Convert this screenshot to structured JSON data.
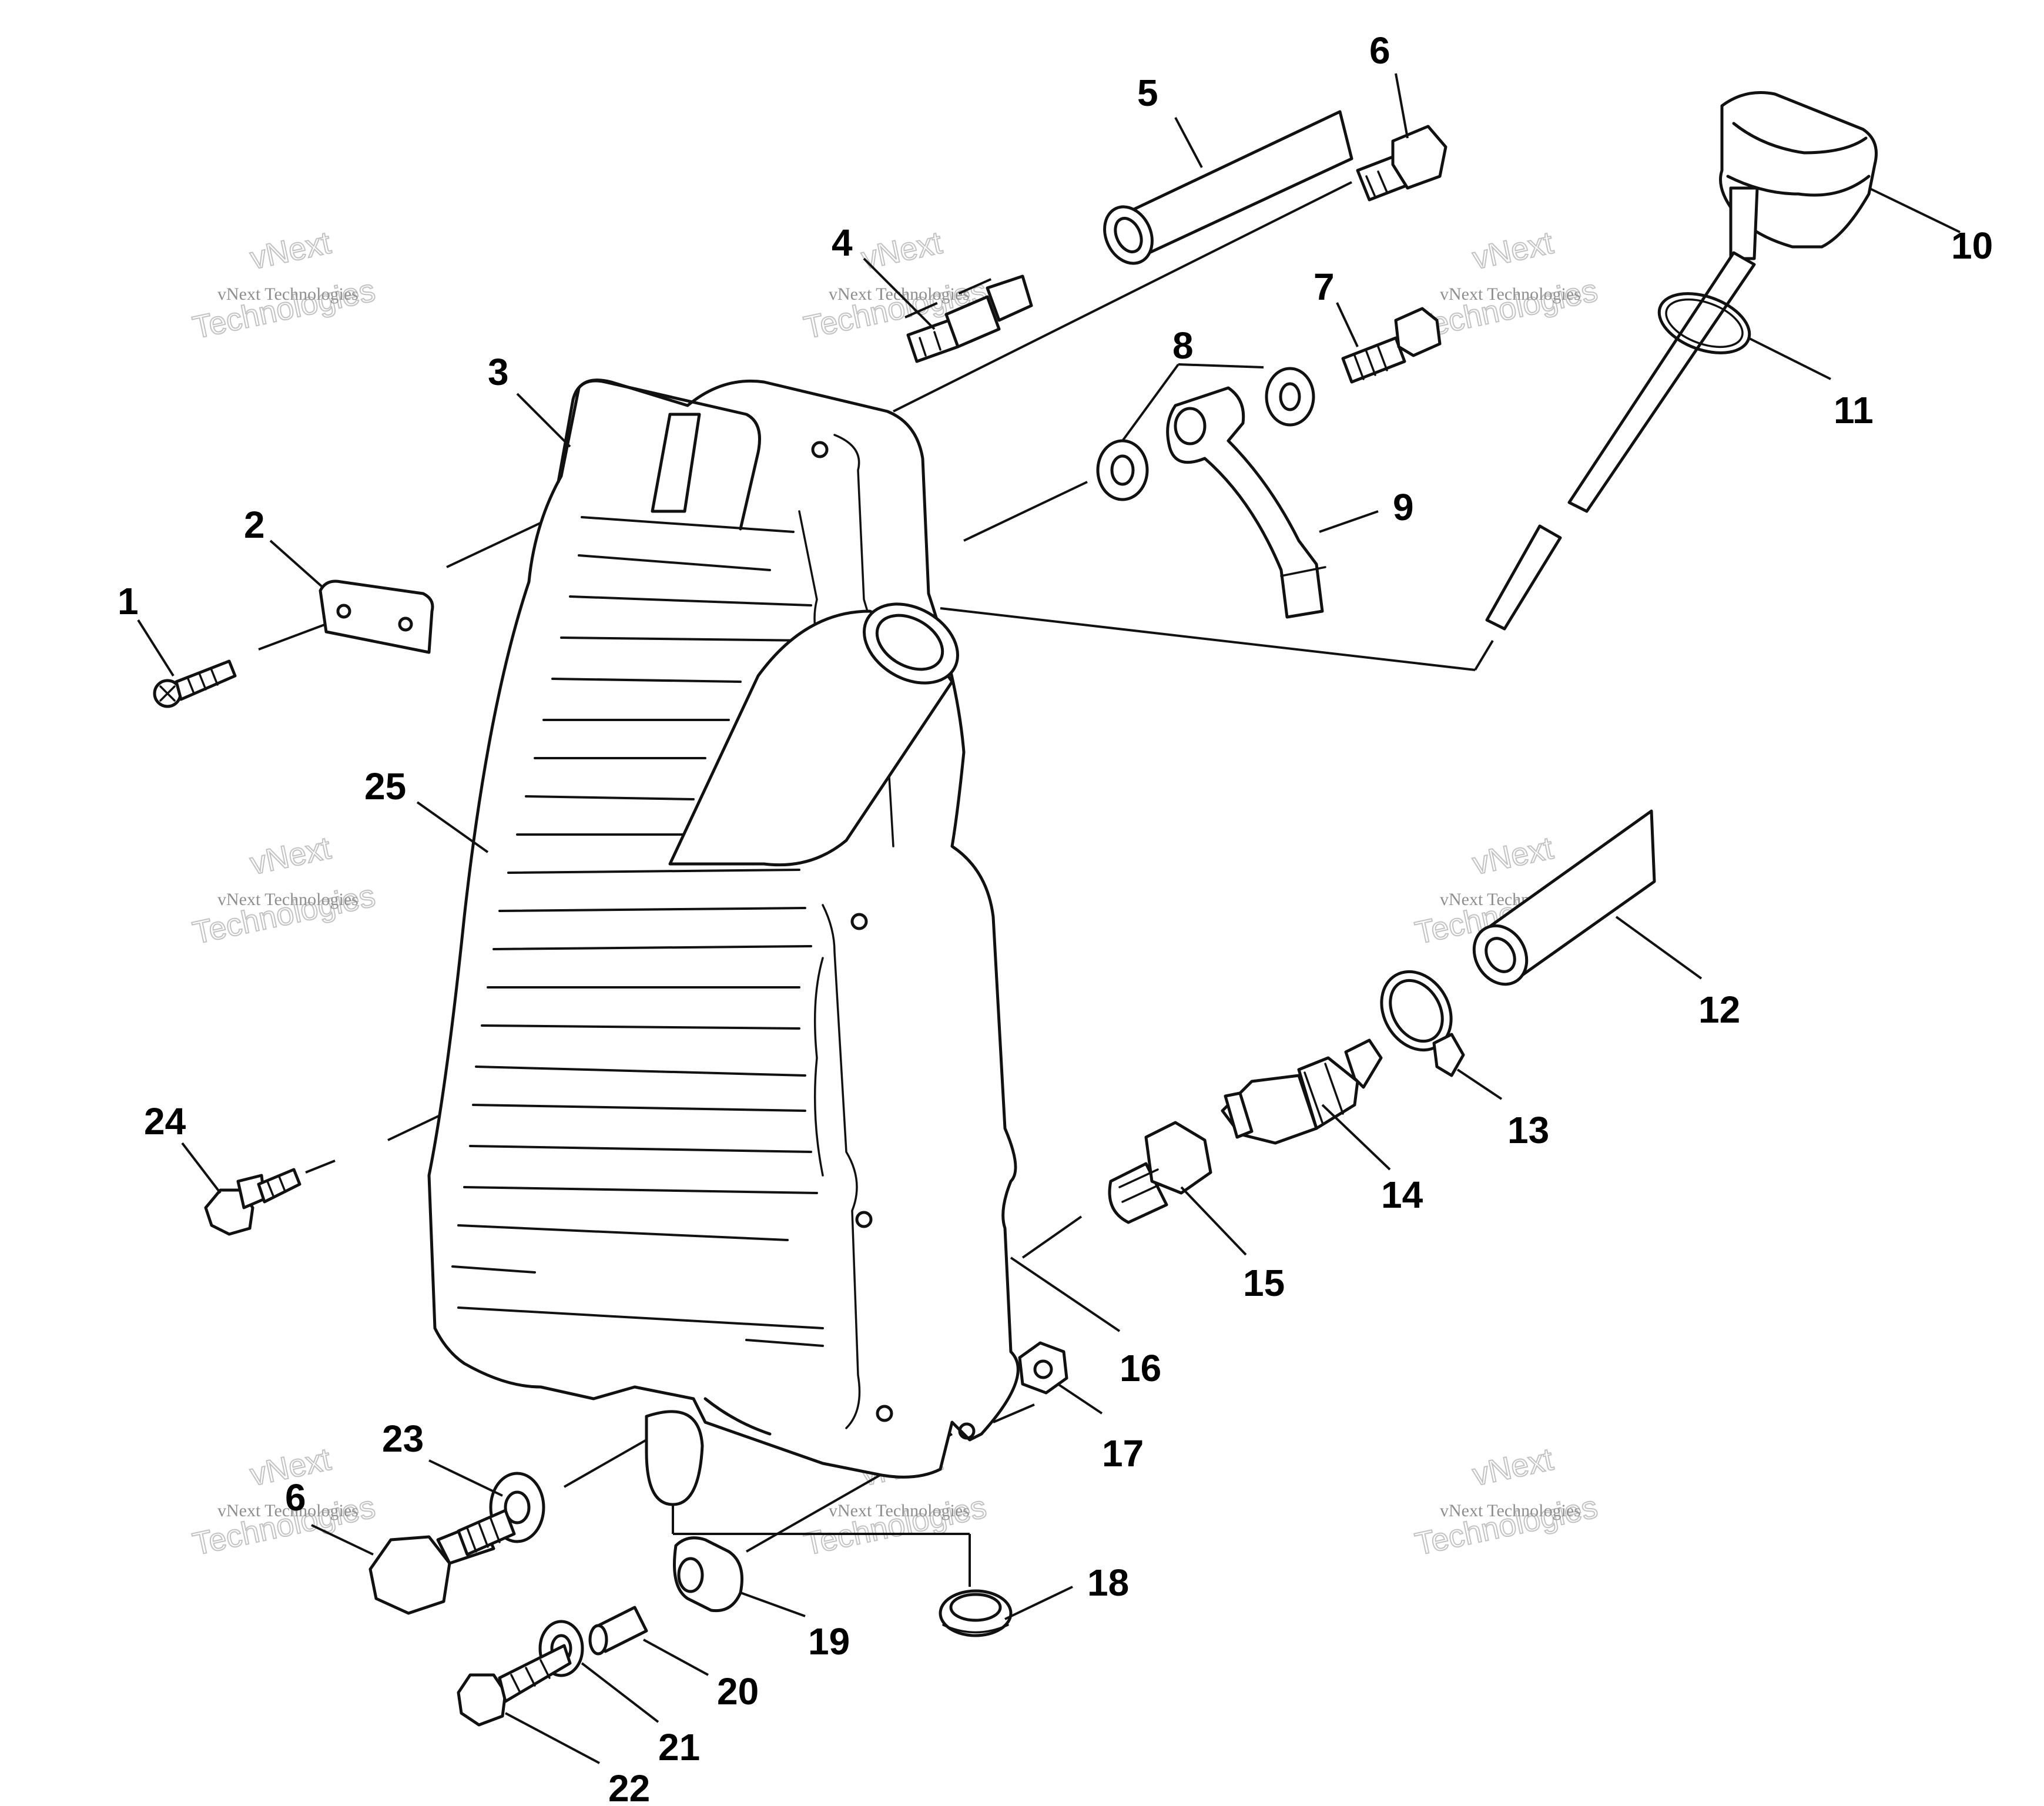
{
  "diagram": {
    "callouts": [
      "1",
      "2",
      "3",
      "4",
      "5",
      "6",
      "7",
      "8",
      "9",
      "10",
      "11",
      "12",
      "13",
      "14",
      "15",
      "16",
      "17",
      "18",
      "19",
      "20",
      "21",
      "22",
      "23",
      "24",
      "25",
      "6"
    ],
    "watermark": {
      "line1": "vNext",
      "line2": "vNext Technologies",
      "line3": "Technologies"
    }
  }
}
